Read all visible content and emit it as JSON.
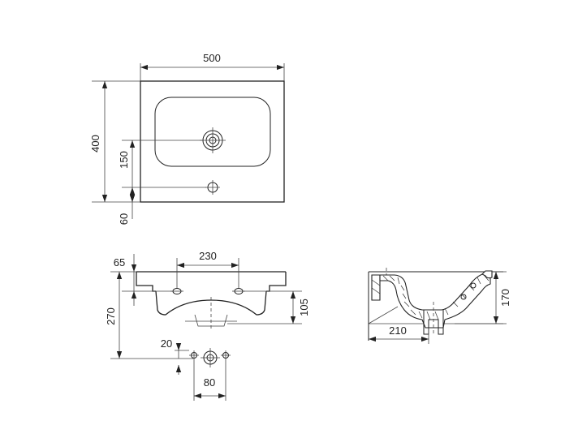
{
  "dimensions": {
    "top_view": {
      "width": "500",
      "depth": "400",
      "tap_hole_offset": "150",
      "drain_offset": "60"
    },
    "front_view": {
      "edge_to_holes": "65",
      "hole_spacing": "230",
      "height": "270",
      "hole_height": "105",
      "small_offset": "20",
      "fixing_spacing": "80"
    },
    "side_view": {
      "height": "170",
      "depth": "210"
    }
  }
}
